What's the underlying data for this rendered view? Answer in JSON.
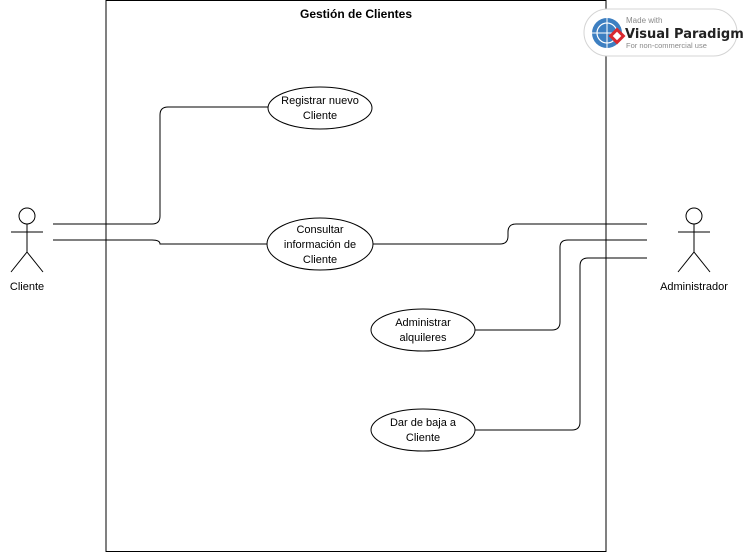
{
  "system": {
    "title": "Gestión de Clientes"
  },
  "actors": {
    "cliente": {
      "label": "Cliente"
    },
    "administrador": {
      "label": "Administrador"
    }
  },
  "use_cases": {
    "registrar": {
      "line1": "Registrar nuevo",
      "line2": "Cliente"
    },
    "consultar": {
      "line1": "Consultar",
      "line2": "información de",
      "line3": "Cliente"
    },
    "administrar": {
      "line1": "Administrar",
      "line2": "alquileres"
    },
    "baja": {
      "line1": "Dar de baja a",
      "line2": "Cliente"
    }
  },
  "watermark": {
    "made_with": "Made with",
    "brand": "Visual Paradigm",
    "note": "For non-commercial use",
    "icon": "visual-paradigm-logo"
  },
  "colors": {
    "stroke": "#000000",
    "background": "#ffffff",
    "logo_blue": "#3d7fc1",
    "logo_red": "#d9282f"
  }
}
